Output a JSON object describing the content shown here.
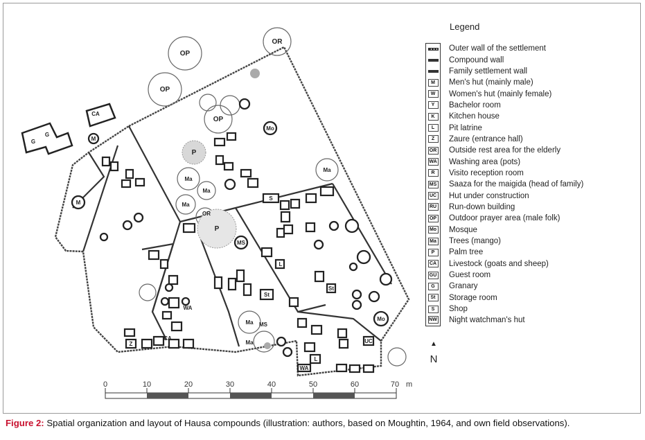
{
  "legend": {
    "title": "Legend",
    "items": [
      {
        "code": "",
        "sym": "dash",
        "label": "Outer wall of the settlement"
      },
      {
        "code": "",
        "sym": "bar",
        "label": "Compound wall"
      },
      {
        "code": "",
        "sym": "bar",
        "label": "Family settlement wall"
      },
      {
        "code": "M",
        "label": "Men's hut (mainly male)"
      },
      {
        "code": "W",
        "label": "Women's hut (mainly female)"
      },
      {
        "code": "Y",
        "label": "Bachelor room"
      },
      {
        "code": "K",
        "label": "Kitchen house"
      },
      {
        "code": "L",
        "label": "Pit latrine"
      },
      {
        "code": "Z",
        "label": "Zaure (entrance hall)"
      },
      {
        "code": "OR",
        "label": "Outside rest area for the elderly"
      },
      {
        "code": "WA",
        "label": "Washing area (pots)"
      },
      {
        "code": "R",
        "label": "Visito reception room"
      },
      {
        "code": "MS",
        "label": "Saaza for the maigida (head of family)"
      },
      {
        "code": "UC",
        "label": "Hut under construction"
      },
      {
        "code": "RU",
        "label": "Run-down building"
      },
      {
        "code": "OP",
        "label": "Outdoor prayer area (male folk)"
      },
      {
        "code": "Mo",
        "label": "Mosque"
      },
      {
        "code": "Ma",
        "label": "Trees (mango)"
      },
      {
        "code": "P",
        "label": "Palm tree"
      },
      {
        "code": "CA",
        "label": "Livestock (goats and sheep)"
      },
      {
        "code": "GU",
        "label": "Guest room"
      },
      {
        "code": "G",
        "label": "Granary"
      },
      {
        "code": "St",
        "label": "Storage room"
      },
      {
        "code": "S",
        "label": "Shop"
      },
      {
        "code": "NW",
        "label": "Night watchman's hut"
      }
    ]
  },
  "north_label": "N",
  "scale": {
    "ticks": [
      "0",
      "10",
      "20",
      "30",
      "40",
      "50",
      "60",
      "70"
    ],
    "unit": "m"
  },
  "map_labels": {
    "op1": "OP",
    "op2": "OP",
    "op3": "OP",
    "or1": "OR",
    "or2": "OR",
    "p1": "P",
    "p2": "P",
    "ma1": "Ma",
    "ma2": "Ma",
    "ma3": "Ma",
    "ma4": "Ma",
    "ma5": "Ma",
    "ma6": "Ma",
    "mo1": "Mo",
    "mo2": "Mo",
    "ca1": "CA",
    "ca2": "CA",
    "g1": "G",
    "g2": "G",
    "m1": "M",
    "m2": "M",
    "s1": "S",
    "z1": "Z",
    "l1": "L",
    "l2": "L",
    "wa1": "WA",
    "wa2": "WA",
    "uc1": "UC",
    "st1": "St",
    "st2": "St",
    "ms1": "MS",
    "ms2": "MS"
  },
  "caption": {
    "label": "Figure 2:",
    "text": " Spatial organization and layout of Hausa compounds (illustration: authors, based on Moughtin, 1964, and own field observations)."
  }
}
